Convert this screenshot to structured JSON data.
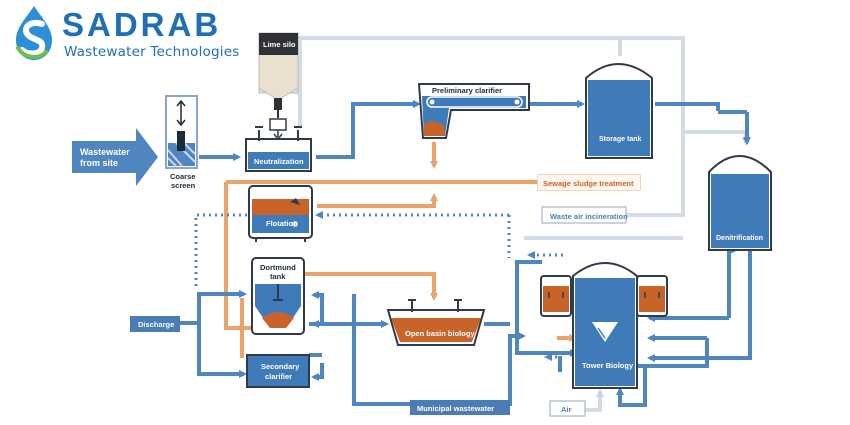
{
  "brand": {
    "name": "SADRAB",
    "tagline": "Wastewater Technologies"
  },
  "colors": {
    "pipe_blue": "#4f86c0",
    "pipe_light": "#d3dbe6",
    "sludge_orange": "#e9a46b",
    "tank_fill": "#3f7bb8",
    "sludge_fill": "#c8642a",
    "label_box": "#4a7db5",
    "lime_fill": "#e9e0cf"
  },
  "labels": {
    "wastewater_from_site": [
      "Wastewater",
      "from site"
    ],
    "coarse_screen": [
      "Coarse",
      "screen"
    ],
    "lime_silo": "Lime silo",
    "neutralization": "Neutralization",
    "preliminary_clarifier": "Preliminary clarifier",
    "storage_tank": "Storage tank",
    "sewage_sludge_treatment": "Sewage sludge treatment",
    "flotation": "Flotation",
    "waste_air_incineration": "Waste air incineration",
    "denitrification": "Denitrification",
    "dortmund_tank": [
      "Dortmund",
      "tank"
    ],
    "discharge": "Discharge",
    "open_basin_biology": "Open basin biology",
    "tower_biology": "Tower Biology",
    "secondary_clarifier": [
      "Secondary",
      "clarifier"
    ],
    "municipal_wastewater": "Municipal wastewater",
    "air": "Air"
  }
}
